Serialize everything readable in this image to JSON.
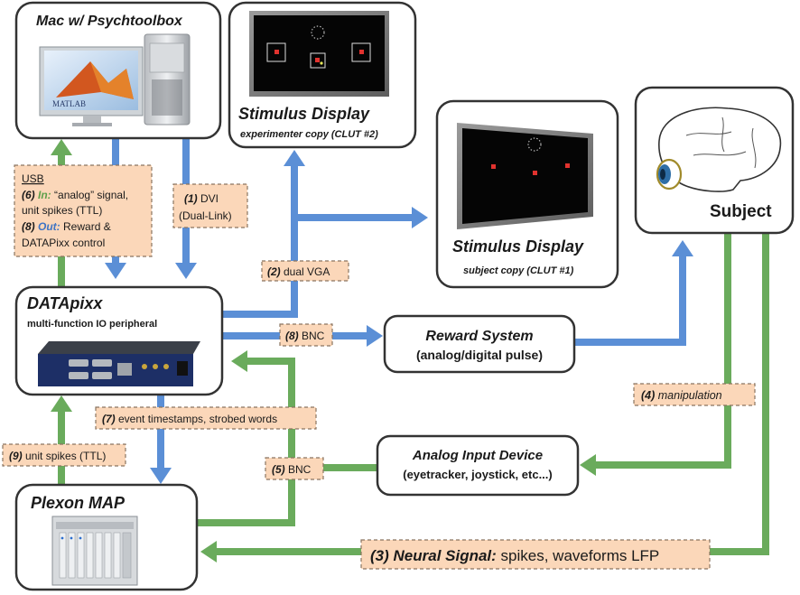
{
  "colors": {
    "blue_arrow": "#5b8fd6",
    "green_arrow": "#6aab5c",
    "label_bg": "#fbd7b9",
    "label_border": "#8a7460",
    "box_border": "#333333",
    "in_green": "#5ea04a",
    "out_blue": "#3f74c4"
  },
  "nodes": {
    "mac": {
      "title": "Mac w/ Psychtoolbox",
      "icon": "computer-matlab-icon",
      "matlab_logo": "MATLAB"
    },
    "stim_exp": {
      "title": "Stimulus Display",
      "subtitle": "experimenter copy (CLUT #2)",
      "icon": "monitor-icon"
    },
    "stim_subj": {
      "title": "Stimulus Display",
      "subtitle": "subject copy (CLUT #1)",
      "icon": "monitor-icon"
    },
    "subject": {
      "title": "Subject",
      "icon": "monkey-brain-icon"
    },
    "datapixx": {
      "title": "DATApixx",
      "subtitle": "multi-function IO peripheral",
      "icon": "datapixx-device-icon"
    },
    "reward": {
      "title": "Reward System",
      "subtitle": "(analog/digital pulse)"
    },
    "analog": {
      "title": "Analog Input Device",
      "subtitle": "(eyetracker, joystick, etc...)"
    },
    "plexon": {
      "title": "Plexon MAP",
      "icon": "plexon-rack-icon"
    }
  },
  "labels": {
    "usb": {
      "heading": "USB",
      "line1_num": "(6)",
      "line1_key": "In:",
      "line1_rest": " “analog” signal,",
      "line2": "unit spikes (TTL)",
      "line3_num": "(8)",
      "line3_key": "Out:",
      "line3_rest": " Reward &",
      "line4": "DATAPixx control"
    },
    "dvi": {
      "num": "(1)",
      "text": " DVI",
      "line2": "(Dual-Link)"
    },
    "vga": {
      "num": "(2)",
      "text": " dual VGA"
    },
    "bnc_reward": {
      "num": "(8)",
      "text": " BNC"
    },
    "manipulation": {
      "num": "(4)",
      "text": " manipulation"
    },
    "events": {
      "num": "(7)",
      "text": " event timestamps, strobed words"
    },
    "bnc_analog": {
      "num": "(5)",
      "text": " BNC"
    },
    "unit_spikes": {
      "num": "(9)",
      "text": " unit spikes (TTL)"
    },
    "neural": {
      "num": "(3)",
      "key": " Neural Signal:",
      "text": " spikes, waveforms LFP"
    }
  }
}
